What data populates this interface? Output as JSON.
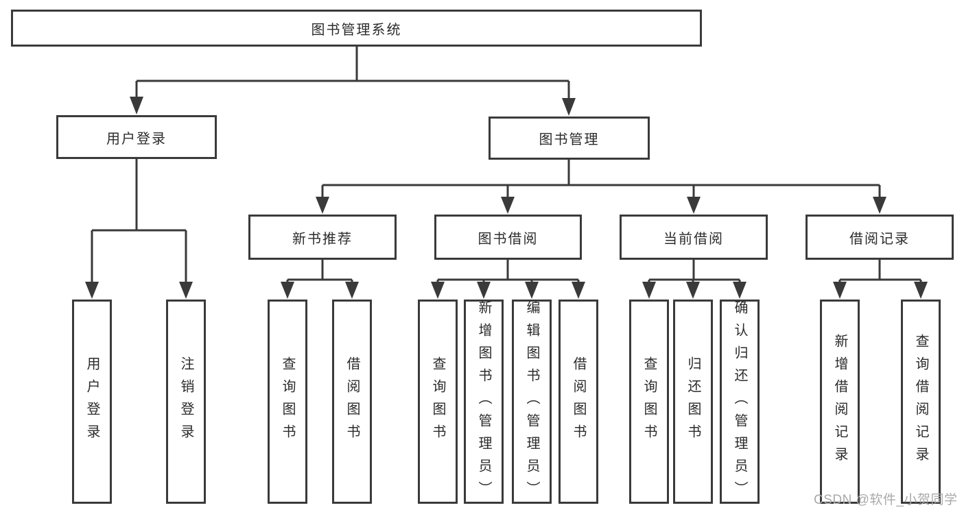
{
  "diagram_type": "hierarchy-tree",
  "tree": {
    "root": {
      "label": "图书管理系统",
      "children": [
        {
          "label": "用户登录",
          "children": [
            {
              "label": "用户登录"
            },
            {
              "label": "注销登录"
            }
          ]
        },
        {
          "label": "图书管理",
          "children": [
            {
              "label": "新书推荐",
              "children": [
                {
                  "label": "查询图书"
                },
                {
                  "label": "借阅图书"
                }
              ]
            },
            {
              "label": "图书借阅",
              "children": [
                {
                  "label": "查询图书"
                },
                {
                  "label": "新增图书（管理员）"
                },
                {
                  "label": "编辑图书（管理员）"
                },
                {
                  "label": "借阅图书"
                }
              ]
            },
            {
              "label": "当前借阅",
              "children": [
                {
                  "label": "查询图书"
                },
                {
                  "label": "归还图书"
                },
                {
                  "label": "确认归还（管理员）"
                }
              ]
            },
            {
              "label": "借阅记录",
              "children": [
                {
                  "label": "新增借阅记录"
                },
                {
                  "label": "查询借阅记录"
                }
              ]
            }
          ]
        }
      ]
    }
  },
  "watermark": {
    "text": "CSDN @软件_小贺同学"
  },
  "colors": {
    "line": "#3a3a3a",
    "box_border": "#3a3a3a",
    "text": "#2b2b2b",
    "watermark": "#a9a9a9",
    "background": "#ffffff"
  }
}
